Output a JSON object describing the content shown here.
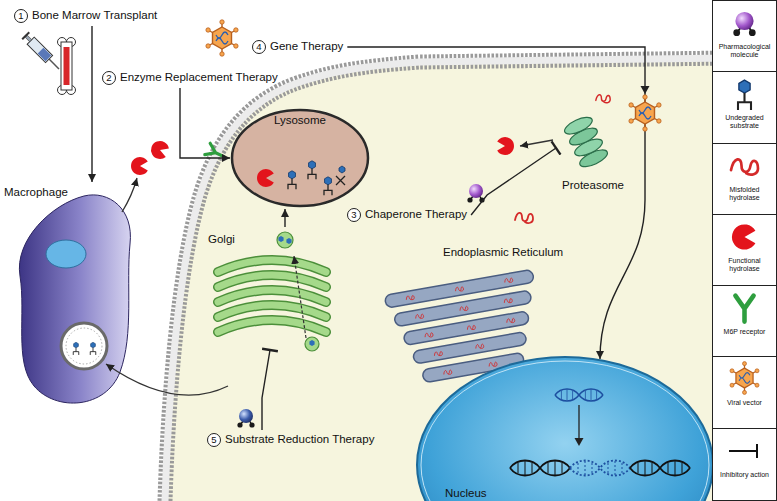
{
  "diagram": {
    "nodes": [
      {
        "text": [
          "1",
          "Bone Marrow Transplant"
        ]
      },
      {
        "text": [
          "4",
          "Gene Therapy"
        ]
      },
      {
        "text": [
          "2",
          "Enzyme Replacement Therapy"
        ]
      },
      {
        "text": [
          "Lysosome"
        ]
      },
      {
        "text": [
          "Proteasome"
        ]
      },
      {
        "text": [
          "Macrophage"
        ]
      },
      {
        "text": [
          "3",
          "Chaperone Therapy"
        ]
      },
      {
        "text": [
          "Golgi"
        ]
      },
      {
        "text": [
          "Endoplasmic Reticulum"
        ]
      },
      {
        "text": [
          "5",
          "Substrate Reduction Therapy"
        ]
      },
      {
        "text": [
          "Nucleus"
        ]
      }
    ],
    "edges": [
      {
        "from": 0,
        "to": 5,
        "arrow": "to"
      },
      {
        "from": 1,
        "to": 10,
        "arrow": "to"
      },
      {
        "from": 2,
        "to": 3,
        "arrow": "to"
      },
      {
        "from": 6,
        "to": 4,
        "arrow": "to"
      },
      {
        "from": 7,
        "to": 3,
        "arrow": "to"
      },
      {
        "from": 9,
        "to": 7,
        "arrow": "to"
      }
    ],
    "legend": [
      {
        "text": "Pharmacological molecule"
      },
      {
        "text": "Undegraded substrate"
      },
      {
        "text": "Misfolded hydrolase"
      },
      {
        "text": "Functional hydrolase"
      },
      {
        "text": "M6P receptor"
      },
      {
        "text": "Viral vector"
      },
      {
        "text": "Inhibitory action"
      }
    ]
  }
}
